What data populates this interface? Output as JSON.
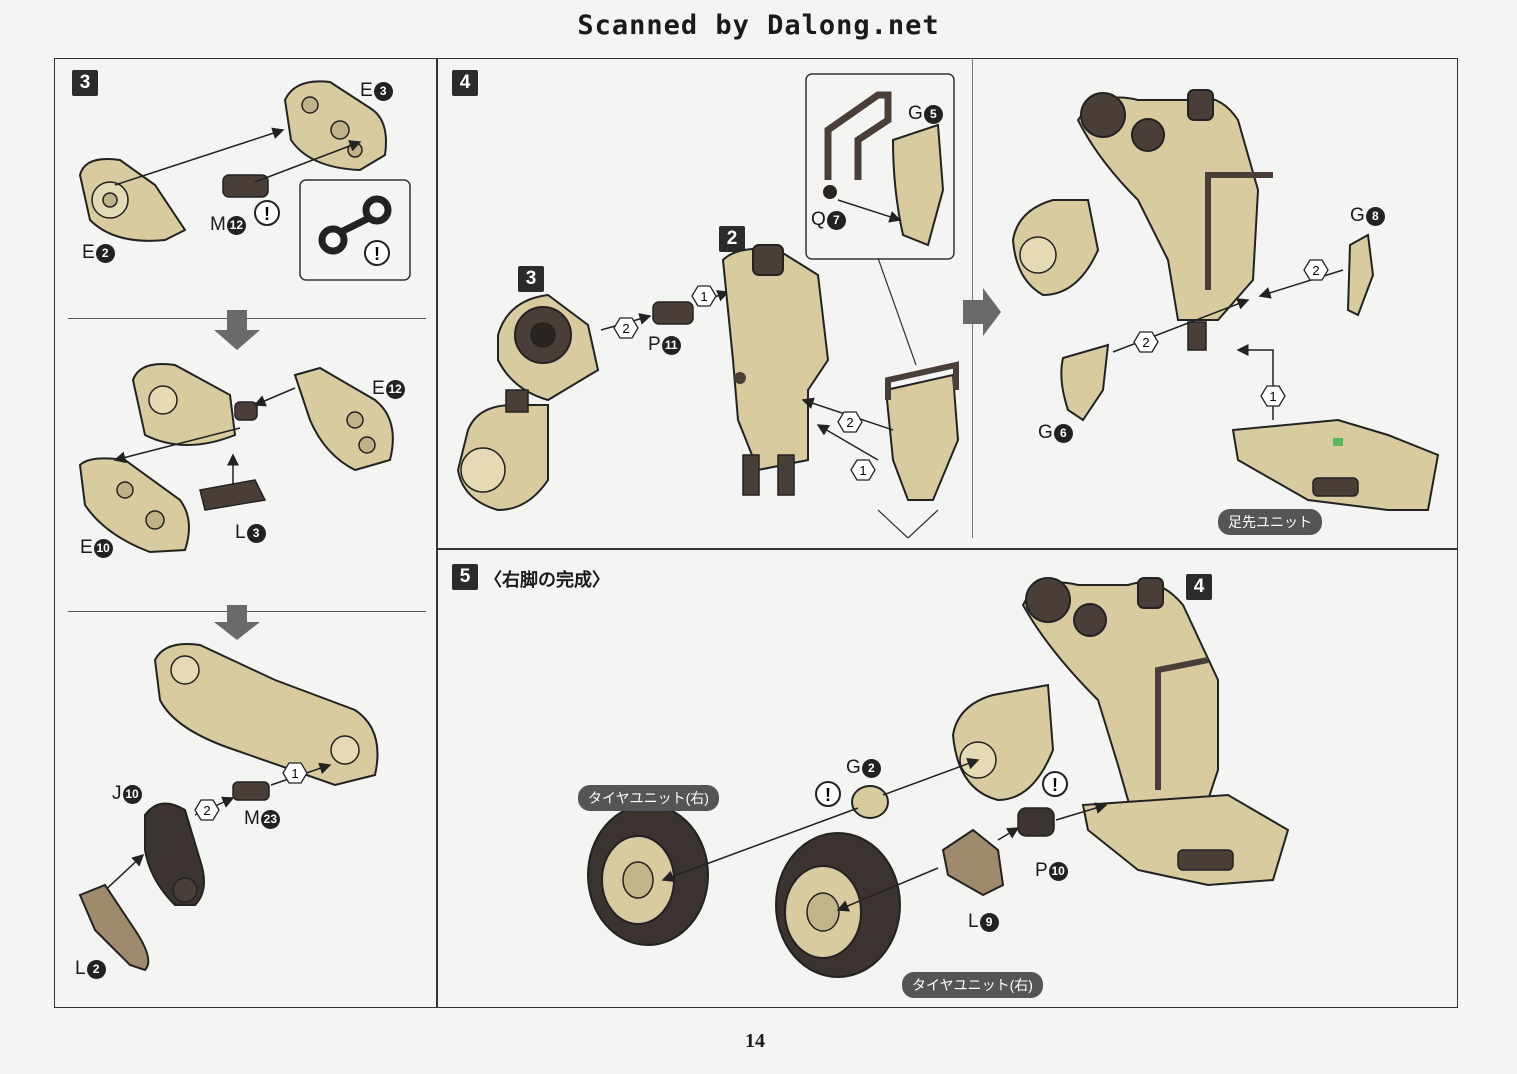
{
  "scan_credit": "Scanned by Dalong.net",
  "page_number": "14",
  "steps": {
    "step3": {
      "number": "3",
      "parts": {
        "e3": "E",
        "e3n": "3",
        "e2": "E",
        "e2n": "2",
        "m12": "M",
        "m12n": "12",
        "e12": "E",
        "e12n": "12",
        "l3": "L",
        "l3n": "3",
        "e10": "E",
        "e10n": "10",
        "j10": "J",
        "j10n": "10",
        "m23": "M",
        "m23n": "23",
        "l2": "L",
        "l2n": "2"
      }
    },
    "step4": {
      "number": "4",
      "subassembly_3": "3",
      "subassembly_2": "2",
      "parts": {
        "p11": "P",
        "p11n": "11",
        "g5": "G",
        "g5n": "5",
        "q7": "Q",
        "q7n": "7",
        "g8": "G",
        "g8n": "8",
        "g6": "G",
        "g6n": "6"
      },
      "toe_unit": "足先ユニット"
    },
    "step5": {
      "number": "5",
      "title": "〈右脚の完成〉",
      "subassembly_4": "4",
      "parts": {
        "g2": "G",
        "g2n": "2",
        "p10": "P",
        "p10n": "10",
        "l9": "L",
        "l9n": "9"
      },
      "tire_unit_1": "タイヤユニット(右)",
      "tire_unit_2": "タイヤユニット(右)"
    }
  },
  "order_marks": {
    "one": "1",
    "two": "2"
  },
  "caution_mark": "!",
  "colors": {
    "part_tan": "#d8cba0",
    "part_dark": "#4a3f38",
    "ink": "#222222",
    "arrow_gray": "#777777"
  }
}
